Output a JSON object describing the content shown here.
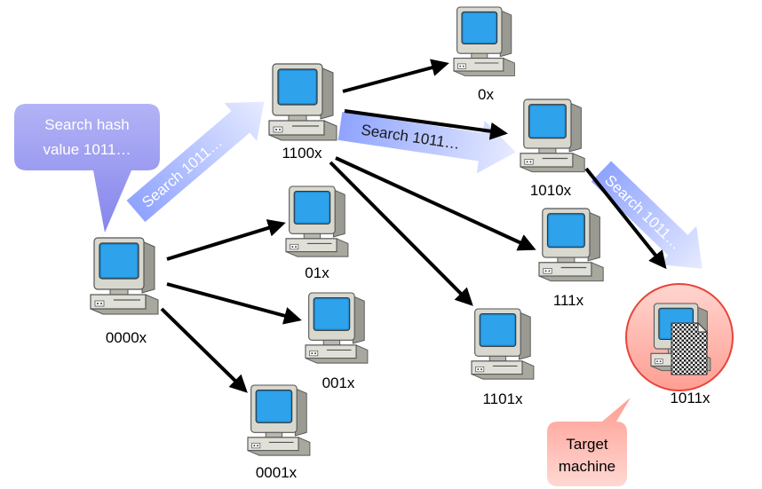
{
  "callouts": {
    "search_line1": "Search hash",
    "search_line2": "value 1011…",
    "target_line1": "Target",
    "target_line2": "machine"
  },
  "search_arrows": {
    "first": "Search 1011…",
    "second": "Search 1011…",
    "third": "Search 1011…"
  },
  "nodes": {
    "n0000": "0000x",
    "n1100": "1100x",
    "n0": "0x",
    "n1010": "1010x",
    "n111": "111x",
    "n1101": "1101x",
    "n01": "01x",
    "n001": "001x",
    "n0001": "0001x",
    "n1011": "1011x"
  },
  "colors": {
    "callout_blue": "#8f8ff0",
    "search_arrow": "#b6c2ff",
    "target_ring": "#e8443a",
    "target_fill": "#ffb6ad",
    "monitor_screen": "#1f8fd8"
  }
}
